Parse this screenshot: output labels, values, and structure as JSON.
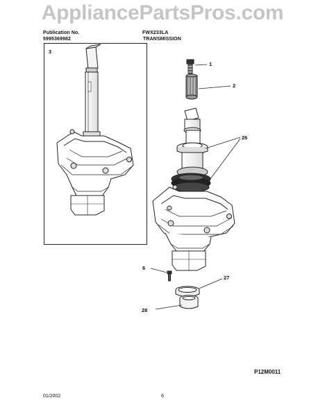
{
  "watermark": "AppliancePartsPros.com",
  "header": {
    "publication_label": "Publication No.",
    "publication_number": "5995369982",
    "model": "FWX233LA",
    "section_title": "TRANSMISSION"
  },
  "callouts": {
    "inset": "3",
    "p1": "1",
    "p2": "2",
    "p26": "26",
    "p6": "6",
    "p27": "27",
    "p28": "28"
  },
  "footer": {
    "diagram_code": "P12M0011",
    "date": "01/2002",
    "page": "6"
  }
}
